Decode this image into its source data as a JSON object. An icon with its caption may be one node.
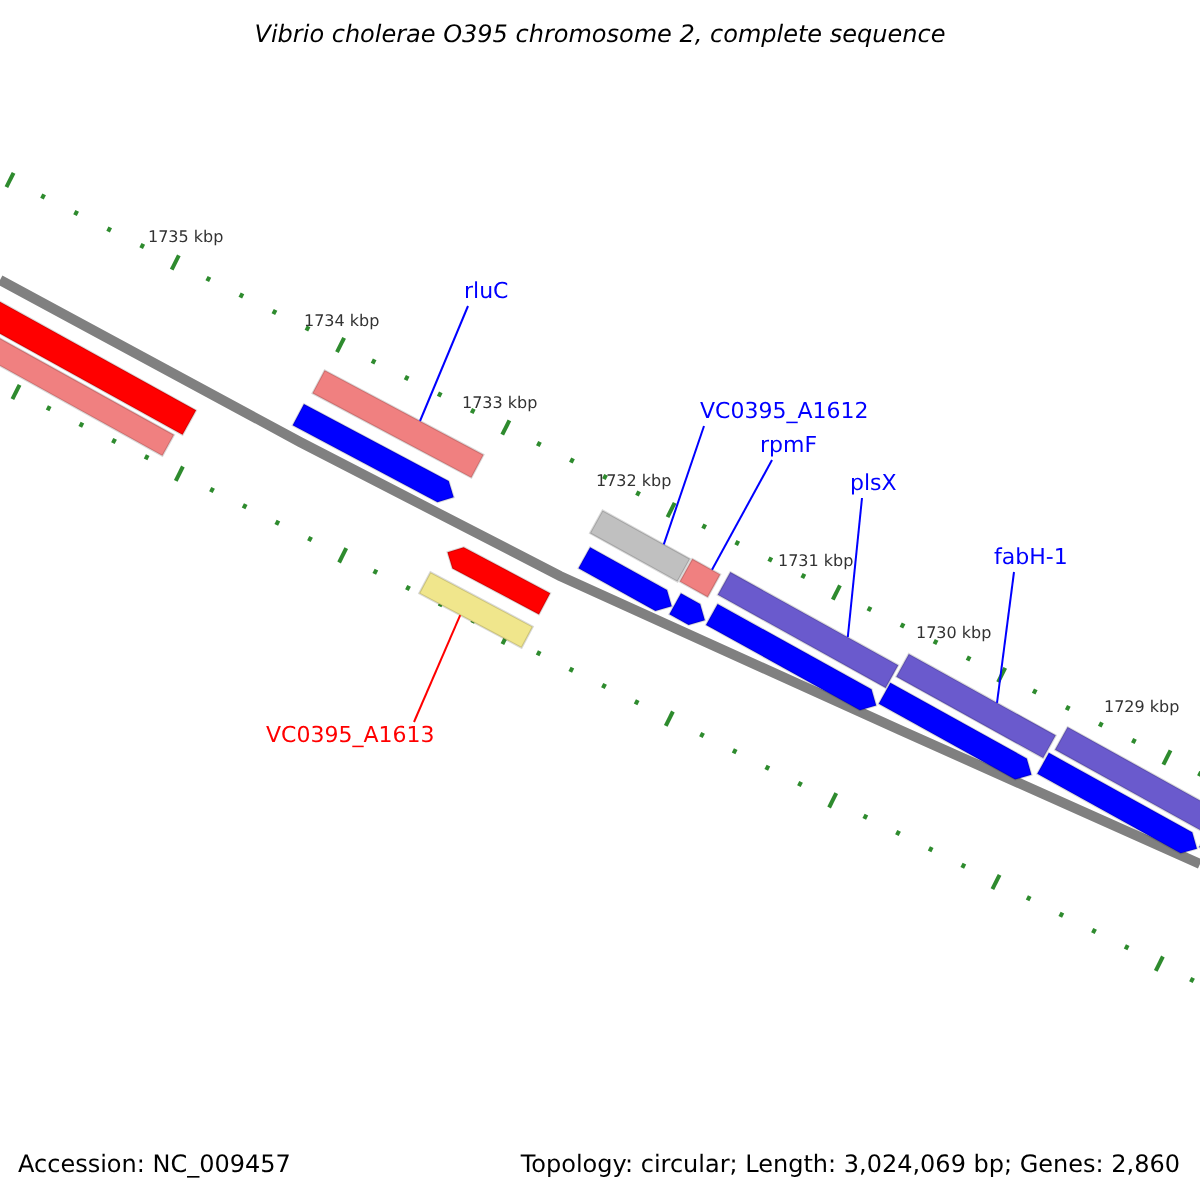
{
  "diagram": {
    "title": "Vibrio cholerae O395 chromosome 2, complete sequence",
    "nodes": [
      {
        "text": [
          "rluC"
        ]
      },
      {
        "text": [
          "VC0395_A1612"
        ]
      },
      {
        "text": [
          "rpmF"
        ]
      },
      {
        "text": [
          "plsX"
        ]
      },
      {
        "text": [
          "fabH-1"
        ]
      },
      {
        "text": [
          "VC0395_A1613"
        ]
      },
      {
        "text": [],
        "shape": "bar"
      },
      {
        "text": [],
        "shape": "bar"
      },
      {
        "text": [],
        "shape": "arrow"
      },
      {
        "text": [],
        "shape": "bar"
      },
      {
        "text": [],
        "shape": "arrow"
      },
      {
        "text": [],
        "shape": "bar"
      },
      {
        "text": [],
        "shape": "arrow"
      },
      {
        "text": [],
        "shape": "bar"
      },
      {
        "text": [],
        "shape": "arrow"
      },
      {
        "text": [],
        "shape": "bar"
      },
      {
        "text": [],
        "shape": "arrow"
      },
      {
        "text": [],
        "shape": "bar"
      },
      {
        "text": [],
        "shape": "arrow"
      },
      {
        "text": [],
        "shape": "bar"
      },
      {
        "text": [],
        "shape": "arrow"
      },
      {
        "text": [],
        "shape": "bar"
      },
      {
        "text": [],
        "shape": "arrow"
      }
    ],
    "edges": [
      {
        "from": 0,
        "to": 9,
        "arrow": "none"
      },
      {
        "from": 1,
        "to": 13,
        "arrow": "none"
      },
      {
        "from": 2,
        "to": 15,
        "arrow": "none"
      },
      {
        "from": 3,
        "to": 17,
        "arrow": "none"
      },
      {
        "from": 4,
        "to": 19,
        "arrow": "none"
      },
      {
        "from": 5,
        "to": 11,
        "arrow": "none",
        "color": "#ff0000"
      }
    ],
    "labels": [
      "1735 kbp",
      "1734 kbp",
      "1733 kbp",
      "1732 kbp",
      "1731 kbp",
      "1730 kbp",
      "1729 kbp",
      "Accession: NC_009457",
      "Topology: circular; Length: 3,024,069 bp; Genes: 2,860"
    ]
  }
}
